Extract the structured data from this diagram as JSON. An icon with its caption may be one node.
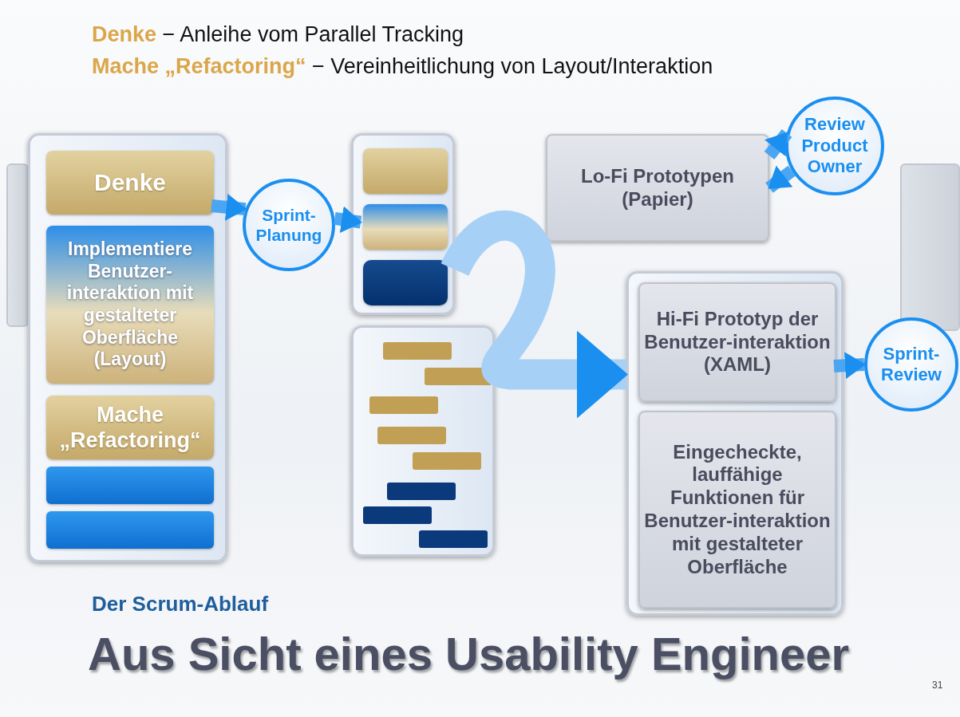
{
  "diagram": {
    "title": "Aus Sicht eines Usability Engineer",
    "nodes": [
      {
        "text": [],
        "shape": "box"
      },
      {
        "text": [
          "Denke"
        ],
        "in": 0
      },
      {
        "text": [
          "Implementiere Benutzer-interaktion mit gestalteter Oberfläche (Layout)"
        ],
        "in": 0
      },
      {
        "text": [
          "Mache „Refactoring“"
        ],
        "in": 0
      },
      {
        "text": [],
        "shape": "bar",
        "in": 0
      },
      {
        "text": [],
        "shape": "bar",
        "in": 0
      },
      {
        "text": [
          "Sprint-Planung"
        ]
      },
      {
        "text": [],
        "shape": "box"
      },
      {
        "text": [],
        "shape": "bar",
        "in": 7
      },
      {
        "text": [],
        "shape": "bar",
        "in": 7
      },
      {
        "text": [],
        "shape": "bar",
        "in": 7
      },
      {
        "text": [],
        "shape": "box"
      },
      {
        "text": [
          "Lo-Fi Prototypen (Papier)"
        ]
      },
      {
        "text": [
          "Review Product Owner"
        ]
      },
      {
        "text": [],
        "shape": "box"
      },
      {
        "text": [
          "Hi-Fi Prototyp der Benutzer-interaktion (XAML)"
        ],
        "in": 14
      },
      {
        "text": [
          "Eingecheckte, lauffähige Funktionen für Benutzer-interaktion mit gestalteter Oberfläche"
        ],
        "in": 14
      },
      {
        "text": [
          "Sprint-Review"
        ]
      }
    ],
    "edges": [
      {
        "from": 1,
        "to": 6,
        "arrow": "to"
      },
      {
        "from": 6,
        "to": 9,
        "arrow": "to"
      },
      {
        "from": 7,
        "to": 14,
        "arrow": "to",
        "style": "thick",
        "color": "#a7d0f6"
      },
      {
        "from": 12,
        "to": 13,
        "arrow": "to"
      },
      {
        "from": 13,
        "to": 12,
        "arrow": "to"
      },
      {
        "from": 15,
        "to": 17,
        "arrow": "to"
      }
    ],
    "labels": [
      "**Denke** − Anleihe vom Parallel Tracking",
      "**Mache „Refactoring“** − Vereinheitlichung von Layout/Interaktion",
      "Der Scrum-Ablauf",
      "31"
    ]
  }
}
